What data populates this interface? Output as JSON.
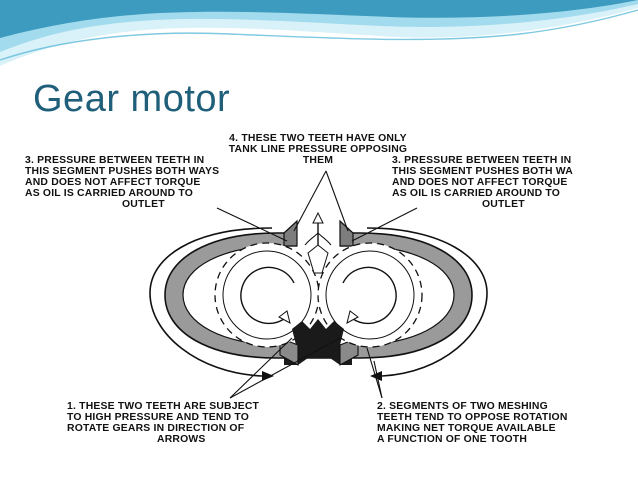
{
  "slide": {
    "title": "Gear motor",
    "colors": {
      "title": "#1f5f7a",
      "wave_dark": "#2a8fb6",
      "wave_light": "#8fd3ea"
    }
  },
  "figure": {
    "label_top": [
      "4. THESE TWO TEETH HAVE ONLY",
      "TANK LINE PRESSURE OPPOSING",
      "THEM"
    ],
    "label_upper_left": [
      "3. PRESSURE BETWEEN TEETH IN",
      "THIS SEGMENT PUSHES BOTH WAYS",
      "AND DOES NOT AFFECT TORQUE",
      "AS OIL IS CARRIED AROUND TO",
      "OUTLET"
    ],
    "label_upper_right": [
      "3. PRESSURE BETWEEN TEETH IN",
      "THIS SEGMENT PUSHES BOTH WA",
      "AND DOES NOT AFFECT TORQUE",
      "AS OIL IS CARRIED AROUND TO",
      "OUTLET"
    ],
    "label_bottom_left": [
      "1. THESE TWO TEETH ARE SUBJECT",
      "TO HIGH PRESSURE AND TEND TO",
      "ROTATE GEARS IN DIRECTION OF",
      "ARROWS"
    ],
    "label_bottom_right": [
      "2. SEGMENTS OF TWO MESHING",
      "TEETH TEND TO OPPOSE ROTATION",
      "MAKING NET TORQUE AVAILABLE",
      "A FUNCTION OF ONE TOOTH"
    ]
  }
}
